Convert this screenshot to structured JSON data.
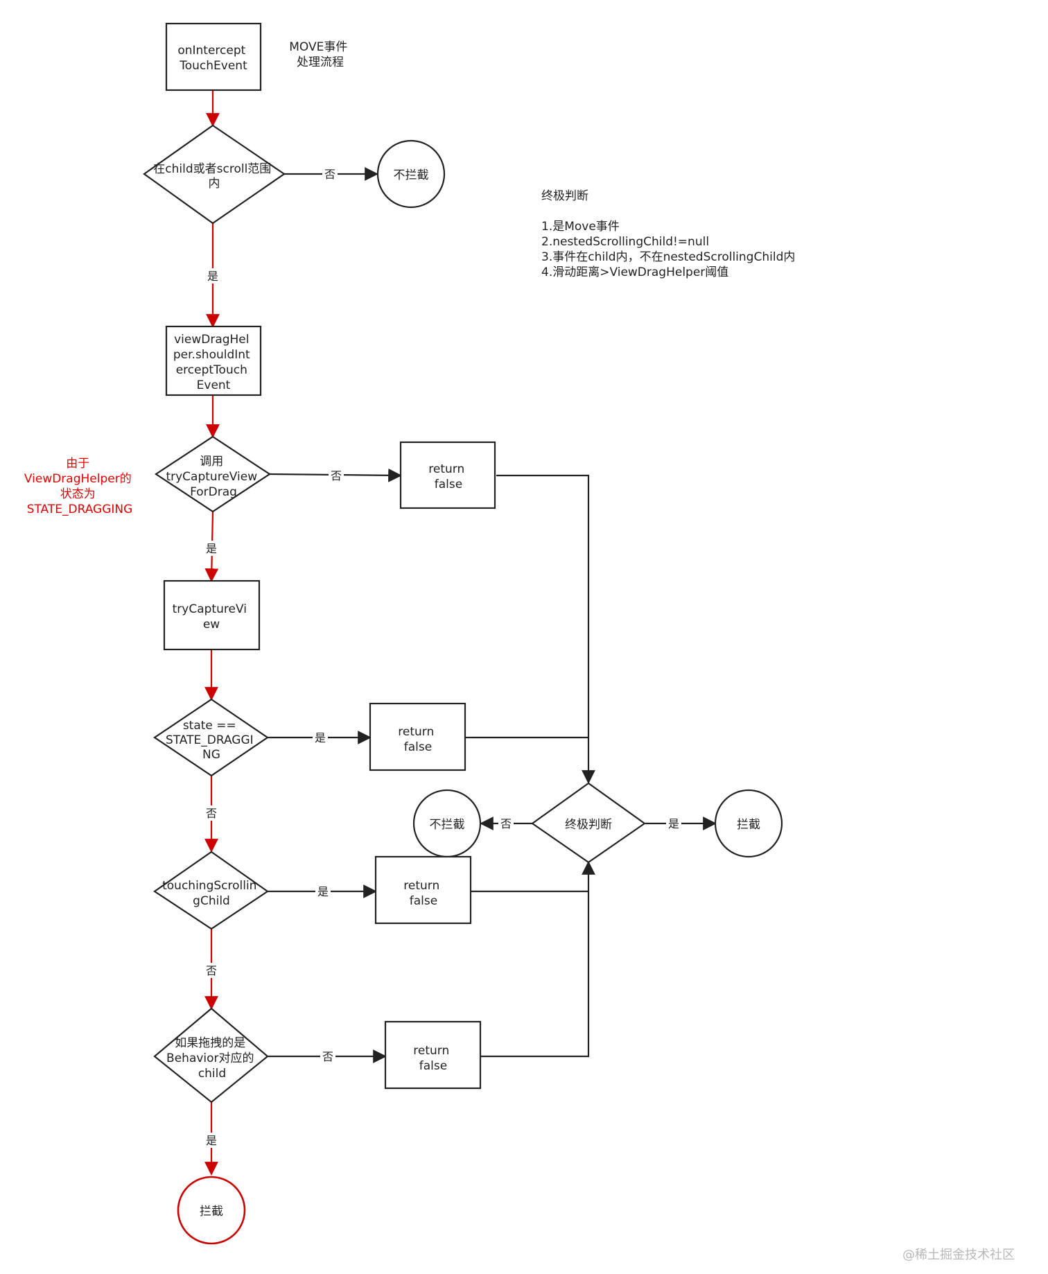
{
  "title": {
    "lines": [
      "MOVE事件",
      "处理流程"
    ]
  },
  "summary": {
    "heading": "终极判断",
    "items": [
      "1.是Move事件",
      "2.nestedScrollingChild!=null",
      "3.事件在child内，不在nestedScrollingChild内",
      "4.滑动距离>ViewDragHelper阈值"
    ]
  },
  "red_note": {
    "lines": [
      "由于",
      "ViewDragHelper的",
      "状态为",
      "STATE_DRAGGING"
    ]
  },
  "nodes": {
    "start": {
      "lines": [
        "onIntercept",
        "TouchEvent"
      ]
    },
    "in_range": {
      "lines": [
        "在child或者scroll范围",
        "内"
      ]
    },
    "no_intercept_1": {
      "lines": [
        "不拦截"
      ]
    },
    "should_intercept": {
      "lines": [
        "viewDragHel",
        "per.shouldInt",
        "erceptTouch",
        "Event"
      ]
    },
    "call_try_capture": {
      "lines": [
        "调用",
        "tryCaptureView",
        "ForDrag"
      ]
    },
    "return_false_1": {
      "lines": [
        "return",
        "false"
      ]
    },
    "try_capture_view": {
      "lines": [
        "tryCaptureVi",
        "ew"
      ]
    },
    "state_dragging": {
      "lines": [
        "state ==",
        "STATE_DRAGGI",
        "NG"
      ]
    },
    "return_false_2": {
      "lines": [
        "return",
        "false"
      ]
    },
    "final_judge": {
      "lines": [
        "终极判断"
      ]
    },
    "no_intercept_2": {
      "lines": [
        "不拦截"
      ]
    },
    "intercept_right": {
      "lines": [
        "拦截"
      ]
    },
    "touching_scrolling_child": {
      "lines": [
        "touchingScrollin",
        "gChild"
      ]
    },
    "return_false_3": {
      "lines": [
        "return",
        "false"
      ]
    },
    "is_behavior_child": {
      "lines": [
        "如果拖拽的是",
        "Behavior对应的",
        "child"
      ]
    },
    "return_false_4": {
      "lines": [
        "return",
        "false"
      ]
    },
    "intercept_bottom": {
      "lines": [
        "拦截"
      ]
    }
  },
  "edge_labels": {
    "in_range_no": "否",
    "in_range_yes": "是",
    "try_capture_no": "否",
    "try_capture_yes": "是",
    "state_yes": "是",
    "state_no": "否",
    "final_no": "否",
    "final_yes": "是",
    "touching_yes": "是",
    "touching_no": "否",
    "behavior_no": "否",
    "behavior_yes": "是"
  },
  "watermark": "@稀土掘金技术社区",
  "colors": {
    "primary_stroke": "#222222",
    "highlight": "#cc0000",
    "background": "#ffffff"
  }
}
